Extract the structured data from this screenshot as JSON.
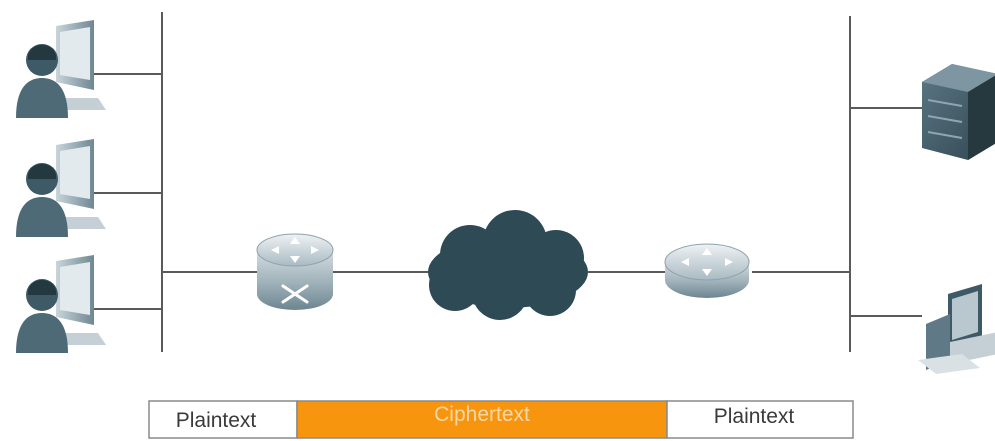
{
  "diagram": {
    "segments": [
      {
        "text": "Plaintext",
        "fill": "#ffffff",
        "text_color": "#3a3a3a"
      },
      {
        "text": "Ciphertext",
        "fill": "#f7960e",
        "text_color": "#f7d7a8"
      },
      {
        "text": "Plaintext",
        "fill": "#ffffff",
        "text_color": "#3a3a3a"
      }
    ],
    "nodes": {
      "left_users": [
        "user-workstation",
        "user-workstation",
        "user-workstation"
      ],
      "left_router": "router",
      "cloud": "internet-cloud",
      "right_router": "router",
      "right_devices": [
        "server",
        "pc-workstation"
      ]
    },
    "colors": {
      "line": "#5a5a5a",
      "device_dark": "#3d5a66",
      "device_light": "#b9c8cf",
      "cloud": "#2e4a55",
      "cipher": "#f7960e"
    }
  }
}
